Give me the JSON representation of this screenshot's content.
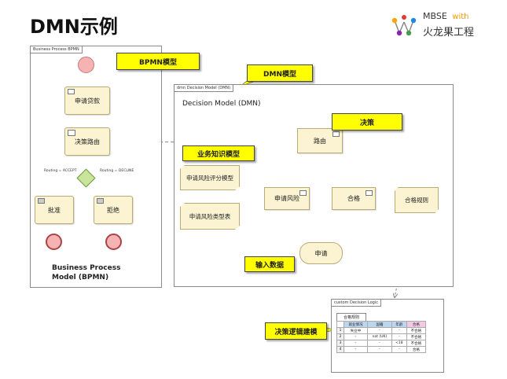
{
  "page_title": "DMN示例",
  "logo": {
    "line1": "MBSE",
    "line1_with": "with",
    "line2": "火龙果工程"
  },
  "bpmn": {
    "frame_label": "Business Process BPMN",
    "tasks": [
      "申请贷款",
      "决策路由",
      "批准",
      "拒绝"
    ],
    "routing_accept": "Routing = ACCEPT",
    "routing_decline": "Routing = DECLINE",
    "caption": [
      "Business Process",
      "Model (BPMN)"
    ]
  },
  "dmn": {
    "frame_label": "dmn Decision Model (DMN)",
    "title": "Decision Model (DMN)",
    "decision_route": "路由",
    "decision_risk": "申请风险",
    "decision_qualified": "合格",
    "knowledge": [
      "申请风险评分模型",
      "申请风险类型表",
      "合格规则"
    ],
    "input": "申请"
  },
  "logic": {
    "frame_label": "custom Decision Logic",
    "tab": "合格规则",
    "headers": [
      "就业情况",
      "国籍",
      "年龄",
      "合格"
    ],
    "rows": [
      [
        "1",
        "失业中",
        "-",
        "-",
        "不合格"
      ],
      [
        "2",
        "-",
        "not (UK)",
        "-",
        "不合格"
      ],
      [
        "3",
        "-",
        "-",
        "<18",
        "不合格"
      ],
      [
        "4",
        "-",
        "-",
        "-",
        "合格"
      ]
    ]
  },
  "callouts": {
    "bpmn": "BPMN模型",
    "dmn": "DMN模型",
    "decision": "决策",
    "bkm": "业务知识模型",
    "input": "输入数据",
    "logic": "决策逻辑建模"
  },
  "colors": {
    "callout": "#ffff00",
    "task_fill": "#fbf3d1",
    "start_event": "#f6b3b3",
    "gateway": "#c9e59b",
    "header_input": "#bcd6ee",
    "header_output": "#f3c9e6"
  }
}
